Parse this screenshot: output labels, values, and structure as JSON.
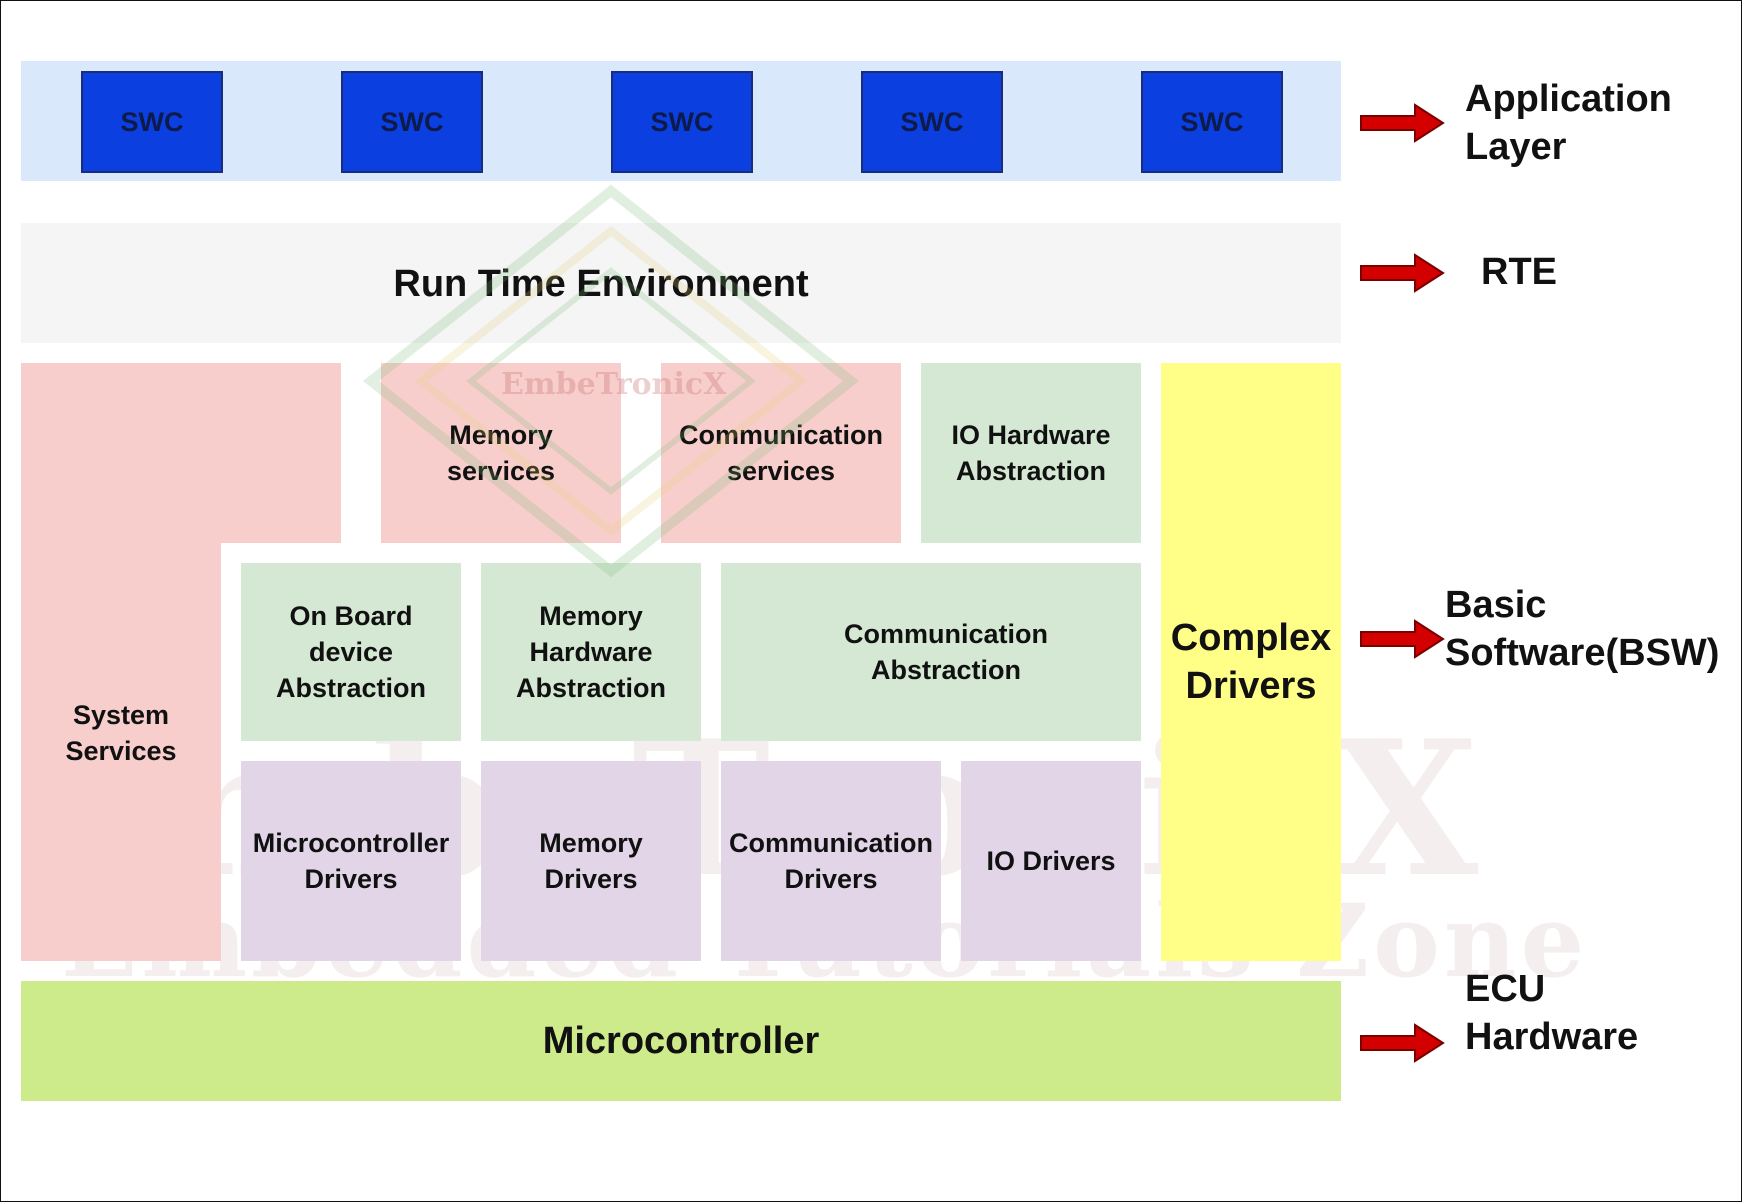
{
  "app_layer": {
    "swc_labels": [
      "SWC",
      "SWC",
      "SWC",
      "SWC",
      "SWC"
    ]
  },
  "rte": {
    "label": "Run Time Environment"
  },
  "bsw": {
    "system_services": "System Services",
    "memory_services": "Memory services",
    "communication_services": "Communication services",
    "io_hardware_abstraction": "IO Hardware Abstraction",
    "onboard_device_abstraction": "On Board device Abstraction",
    "memory_hardware_abstraction": "Memory Hardware Abstraction",
    "communication_abstraction": "Communication Abstraction",
    "microcontroller_drivers": "Microcontroller Drivers",
    "memory_drivers": "Memory Drivers",
    "communication_drivers": "Communication Drivers",
    "io_drivers": "IO Drivers",
    "complex_drivers": "Complex Drivers"
  },
  "microcontroller": {
    "label": "Microcontroller"
  },
  "side_labels": {
    "application_layer": "Application Layer",
    "rte": "RTE",
    "bsw": "Basic Software(BSW)",
    "ecu_hardware": "ECU Hardware"
  },
  "watermark": {
    "brand": "EmbeTronicX",
    "tagline": "Embedded Tutorials Zone",
    "small": "EmbeTronicX"
  },
  "colors": {
    "application_band": "#dae8fc",
    "swc_fill": "#0b3fe0",
    "rte_band": "#f5f5f5",
    "services": "#f8cecc",
    "abstraction": "#d5e8d4",
    "drivers": "#e1d5e7",
    "complex_drivers": "#ffff88",
    "microcontroller": "#cdeb8b",
    "arrow": "#d40000"
  }
}
